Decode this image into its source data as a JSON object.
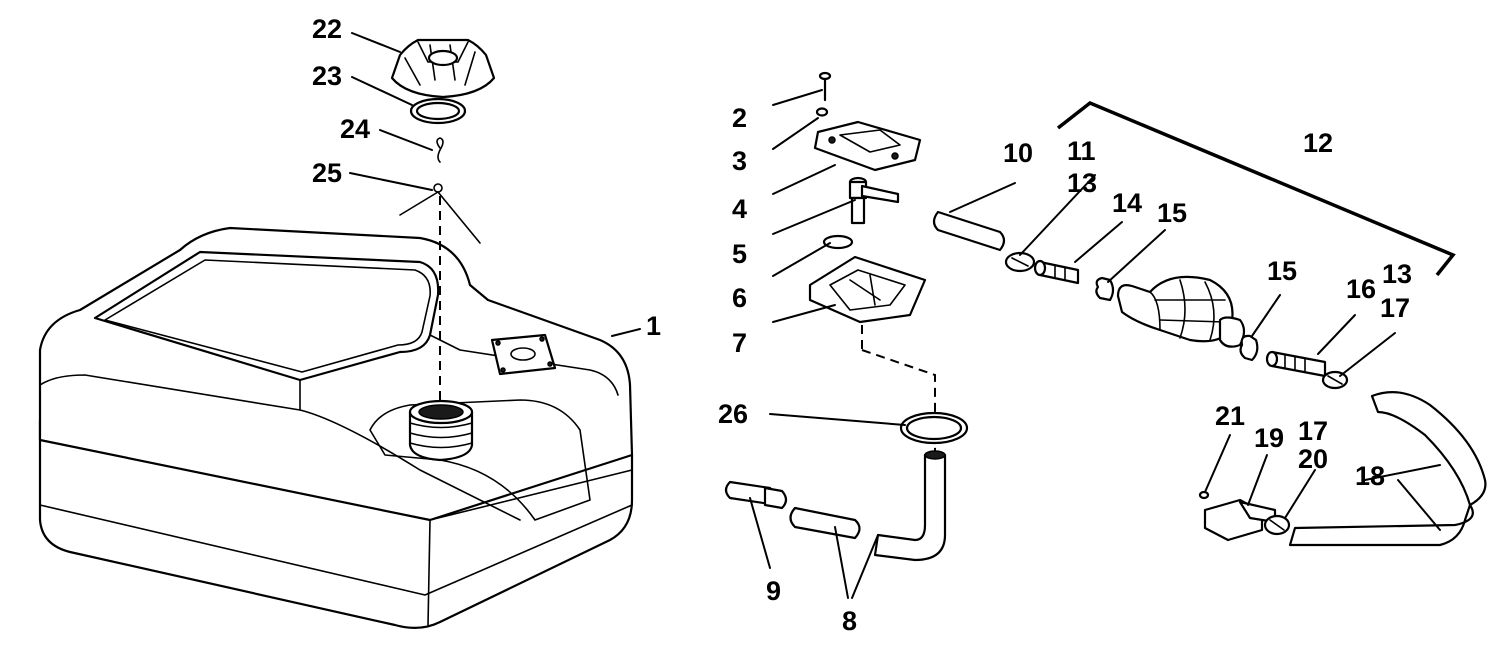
{
  "callouts": {
    "c1": "1",
    "c2": "2",
    "c3": "3",
    "c4": "4",
    "c5": "5",
    "c6": "6",
    "c7": "7",
    "c8": "8",
    "c9": "9",
    "c10": "10",
    "c11": "11",
    "c12": "12",
    "c13a": "13",
    "c13b": "13",
    "c14": "14",
    "c15a": "15",
    "c15b": "15",
    "c16": "16",
    "c17a": "17",
    "c17b": "17",
    "c18": "18",
    "c19": "19",
    "c20": "20",
    "c21": "21",
    "c22": "22",
    "c23": "23",
    "c24": "24",
    "c25": "25",
    "c26": "26"
  },
  "colors": {
    "ink": "#000000",
    "paper": "#ffffff"
  }
}
